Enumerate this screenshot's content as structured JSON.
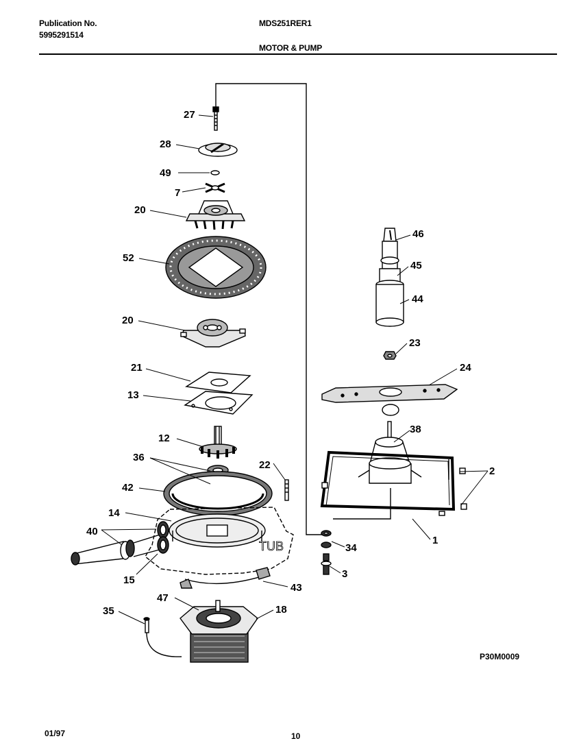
{
  "header": {
    "publication_label": "Publication No.",
    "publication_number": "5995291514",
    "model": "MDS251RER1",
    "section_title": "MOTOR & PUMP"
  },
  "diagram": {
    "code": "P30M0009",
    "tub_label": "TUB",
    "callouts": {
      "c27": "27",
      "c28": "28",
      "c49": "49",
      "c7": "7",
      "c20a": "20",
      "c52": "52",
      "c20b": "20",
      "c21": "21",
      "c13": "13",
      "c12": "12",
      "c36": "36",
      "c22": "22",
      "c42": "42",
      "c14": "14",
      "c40": "40",
      "c15": "15",
      "c43": "43",
      "c47": "47",
      "c18": "18",
      "c35": "35",
      "c46": "46",
      "c45": "45",
      "c44": "44",
      "c23": "23",
      "c24": "24",
      "c38": "38",
      "c2": "2",
      "c1": "1",
      "c34": "34",
      "c3": "3"
    }
  },
  "footer": {
    "date": "01/97",
    "page": "10"
  }
}
